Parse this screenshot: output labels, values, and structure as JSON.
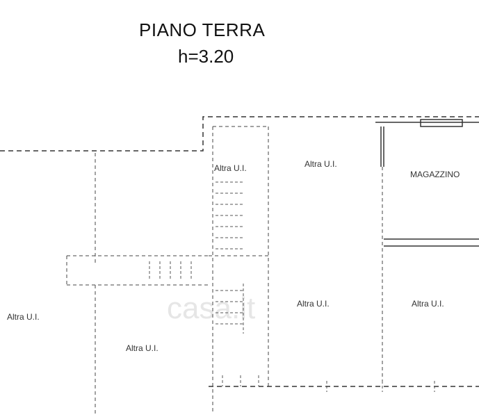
{
  "title": "PIANO TERRA",
  "subtitle": "h=3.20",
  "rooms": {
    "altra_top_left_stair": "Altra U.I.",
    "altra_top_center": "Altra U.I.",
    "magazzino": "MAGAZZINO",
    "altra_far_left": "Altra U.I.",
    "altra_bottom_left": "Altra U.I.",
    "altra_center": "Altra U.I.",
    "altra_right": "Altra U.I."
  },
  "watermark": "casa.it",
  "colors": {
    "line": "#333333",
    "watermark": "#e6e6e6"
  }
}
